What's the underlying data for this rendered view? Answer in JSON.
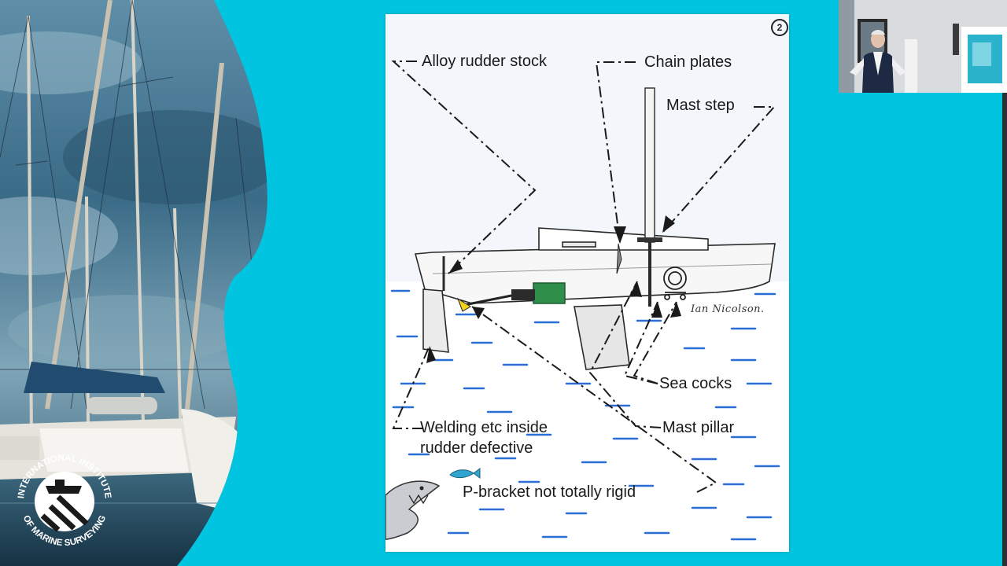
{
  "slide": {
    "page_number": "2",
    "callouts": {
      "alloy_rudder_stock": "Alloy rudder stock",
      "chain_plates": "Chain plates",
      "mast_step": "Mast step",
      "sea_cocks": "Sea cocks",
      "mast_pillar": "Mast pillar",
      "welding_line1": "Welding etc inside",
      "welding_line2": "rudder  defective",
      "p_bracket": "P-bracket  not  totally  rigid"
    },
    "signature": "Ian Nicolson."
  },
  "logo": {
    "text_top": "INTERNATIONAL INSTITUTE",
    "text_bottom": "OF MARINE SURVEYING"
  },
  "colors": {
    "background": "#00c4e0",
    "water_dash": "#2a6fd6",
    "sky_dark": "#3a6b87"
  }
}
